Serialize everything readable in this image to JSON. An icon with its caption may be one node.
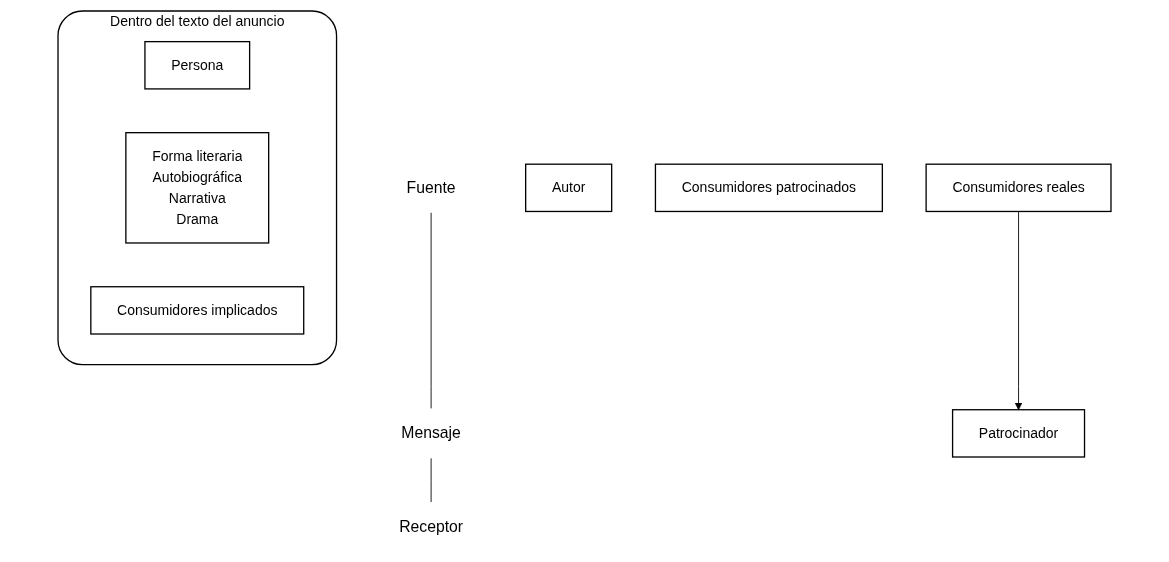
{
  "diagram": {
    "nodes": [
      {
        "text": [
          "Fuente"
        ]
      },
      {
        "text": [
          "Mensaje"
        ]
      },
      {
        "text": [
          "Receptor"
        ]
      },
      {
        "text": [
          "Patrocinador"
        ]
      },
      {
        "text": [
          "Autor"
        ]
      },
      {
        "text": [
          "Dentro del texto del anuncio"
        ]
      },
      {
        "text": [
          "Persona"
        ],
        "in": 5
      },
      {
        "text": [
          "Forma literaria",
          "Autobiográfica",
          "Narrativa",
          "Drama"
        ],
        "in": 5
      },
      {
        "text": [
          "Consumidores implicados"
        ],
        "in": 5
      },
      {
        "text": [
          "Consumidores patrocinados"
        ]
      },
      {
        "text": [
          "Consumidores reales"
        ]
      }
    ],
    "edges": [
      {
        "from": 0,
        "to": 1,
        "arrow": "none"
      },
      {
        "from": 1,
        "to": 2,
        "arrow": "none"
      },
      {
        "from": 10,
        "to": 3,
        "arrow": "to"
      }
    ]
  }
}
